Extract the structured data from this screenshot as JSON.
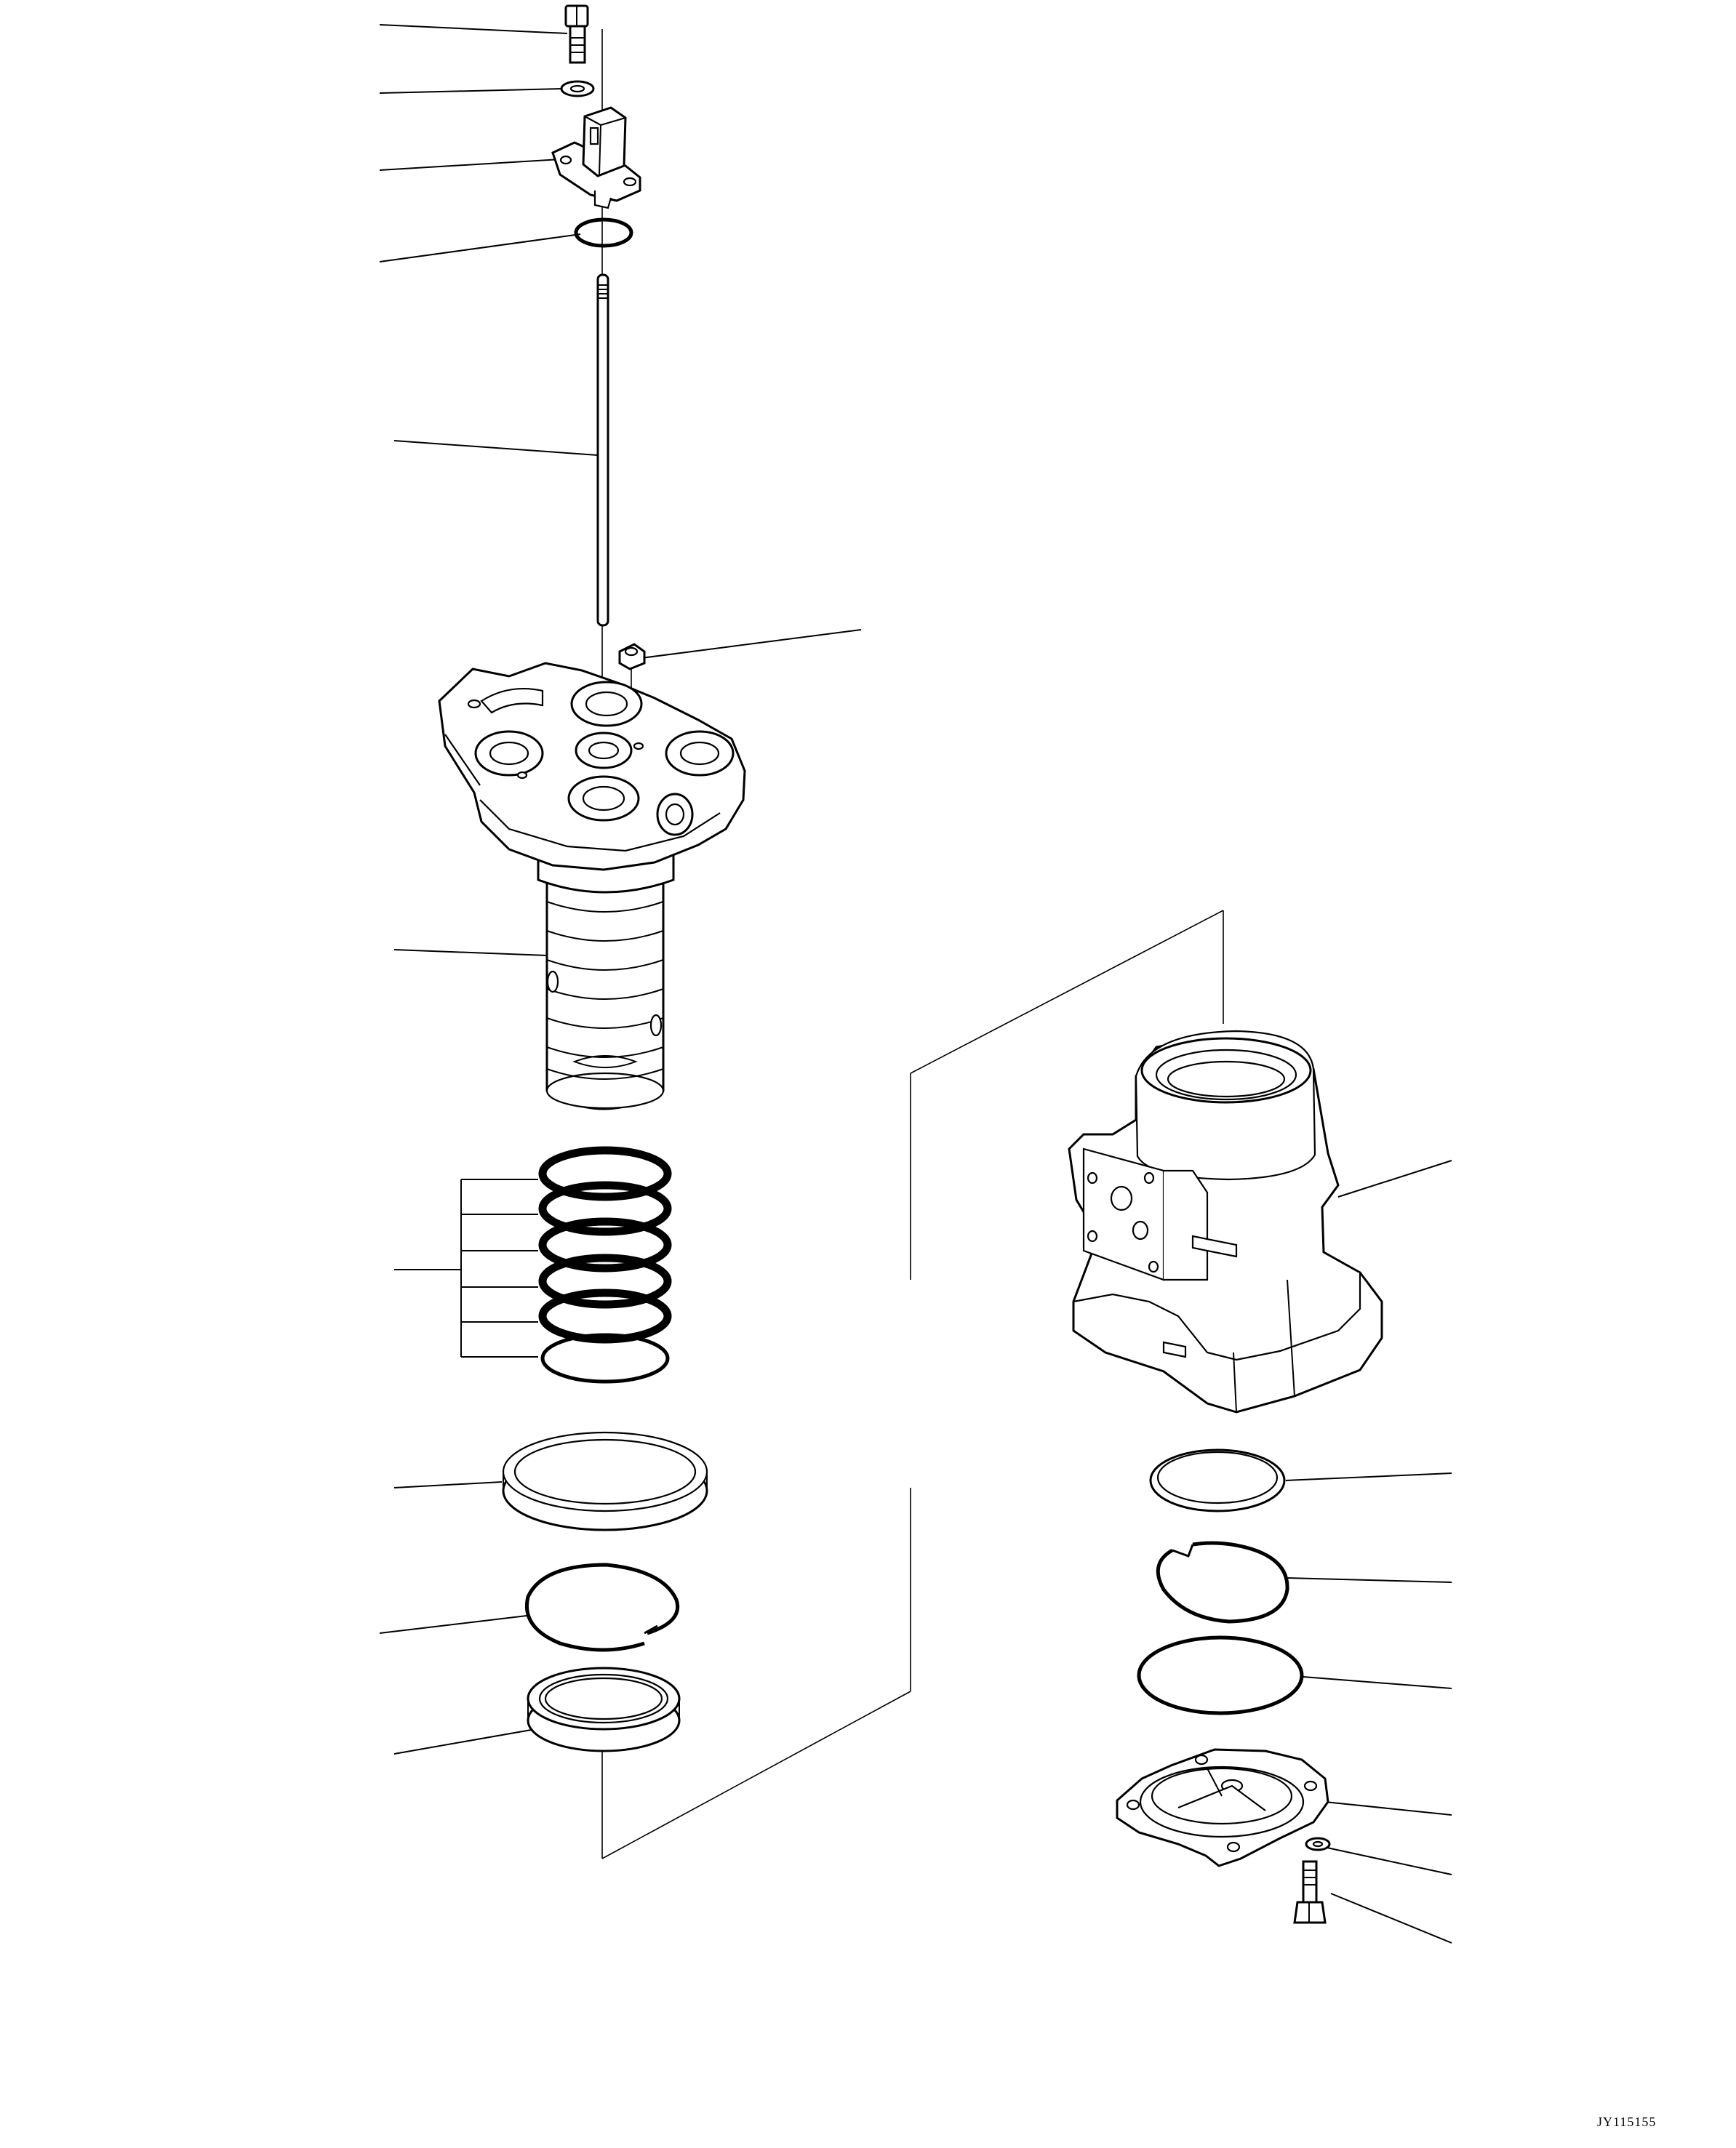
{
  "figure": {
    "drawing_code": "JY115155",
    "ink_color": "#000000",
    "paper_color": "#ffffff"
  },
  "parts": [
    {
      "id": "bolt-top",
      "icon": "hex-bolt-icon"
    },
    {
      "id": "washer-top",
      "icon": "washer-icon"
    },
    {
      "id": "sensor-cover",
      "icon": "sensor-cover-icon"
    },
    {
      "id": "o-ring-top",
      "icon": "o-ring-icon"
    },
    {
      "id": "rod",
      "icon": "rod-icon"
    },
    {
      "id": "plug",
      "icon": "plug-icon"
    },
    {
      "id": "rotor",
      "icon": "swivel-rotor-icon"
    },
    {
      "id": "seal-rings",
      "icon": "seal-ring-stack-icon"
    },
    {
      "id": "thrust-ring",
      "icon": "thrust-ring-icon"
    },
    {
      "id": "snap-ring-left",
      "icon": "snap-ring-icon"
    },
    {
      "id": "oil-seal",
      "icon": "oil-seal-icon"
    },
    {
      "id": "housing",
      "icon": "swivel-housing-icon"
    },
    {
      "id": "ring-right",
      "icon": "ring-icon"
    },
    {
      "id": "snap-ring-right",
      "icon": "snap-ring-icon"
    },
    {
      "id": "o-ring-right",
      "icon": "o-ring-icon"
    },
    {
      "id": "end-cover",
      "icon": "end-cover-icon"
    },
    {
      "id": "washer-bottom",
      "icon": "washer-icon"
    },
    {
      "id": "bolt-bottom",
      "icon": "hex-bolt-icon"
    }
  ]
}
